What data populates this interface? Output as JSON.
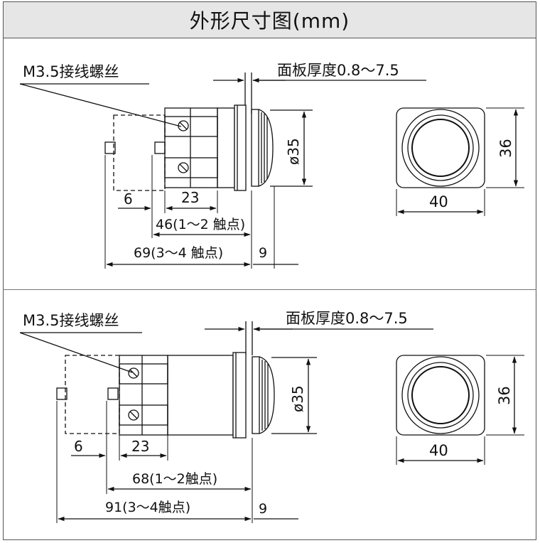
{
  "title": "外形尺寸图(mm)",
  "panels": [
    {
      "screw_label": "M3.5接线螺丝",
      "panel_thickness": "面板厚度0.8～7.5",
      "dim_diameter": "ø35",
      "dim_height": "36",
      "dim_width": "40",
      "dim_6": "6",
      "dim_23": "23",
      "dim_contacts_12": "46(1～2 触点)",
      "dim_contacts_34": "69(3～4 触点)",
      "dim_9": "9"
    },
    {
      "screw_label": "M3.5接线螺丝",
      "panel_thickness": "面板厚度0.8～7.5",
      "dim_diameter": "ø35",
      "dim_height": "36",
      "dim_width": "40",
      "dim_6": "6",
      "dim_23": "23",
      "dim_contacts_12": "68(1～2触点)",
      "dim_contacts_34": "91(3～4触点)",
      "dim_9": "9"
    }
  ]
}
